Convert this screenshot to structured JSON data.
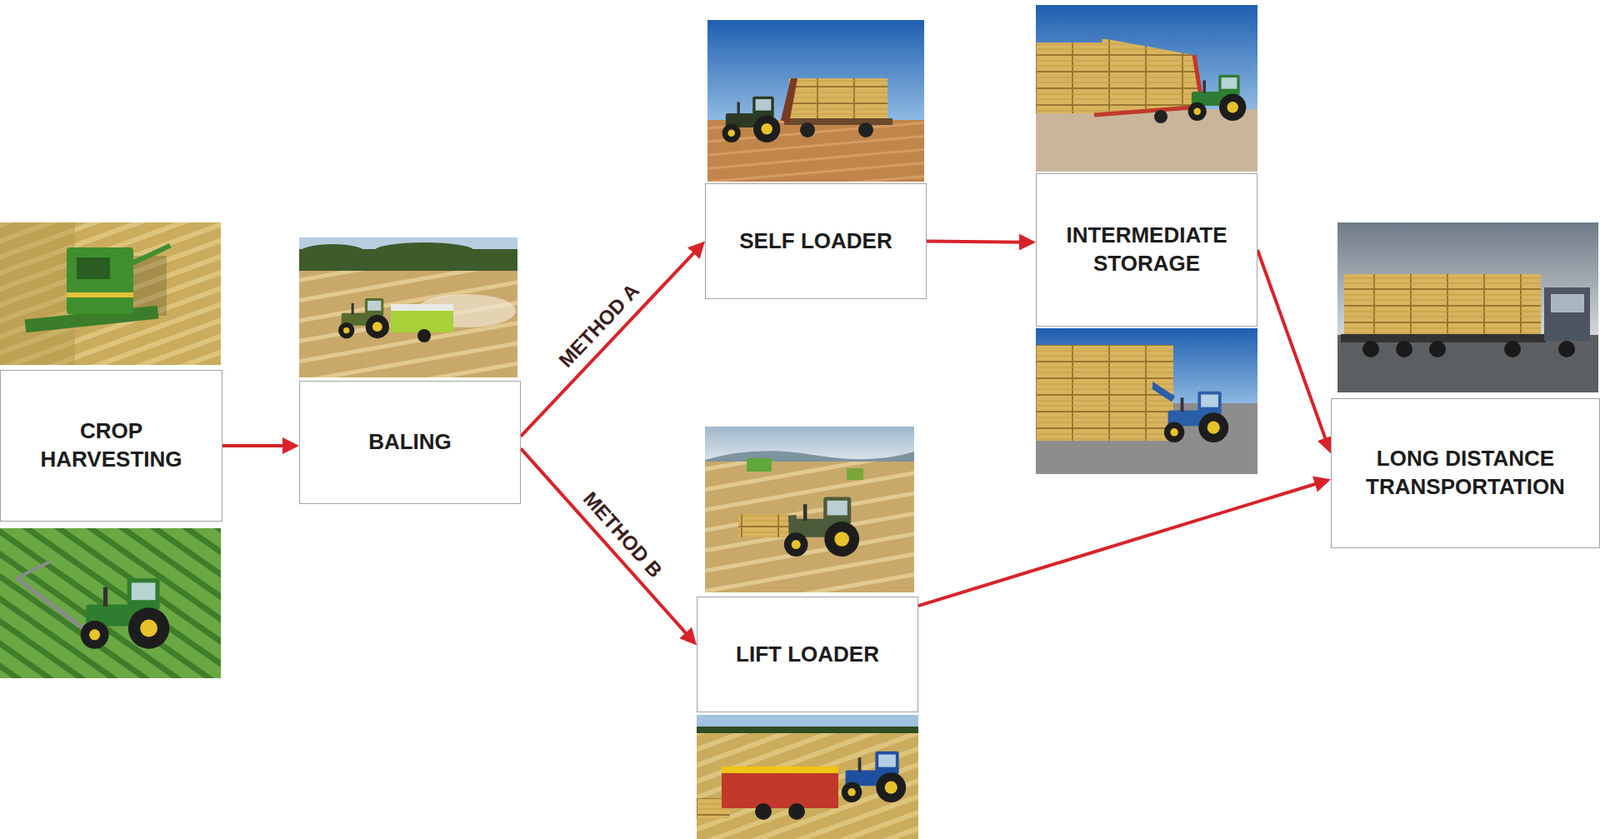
{
  "diagram": {
    "nodes": [
      {
        "text": [
          "CROP HARVESTING"
        ]
      },
      {
        "text": [
          "BALING"
        ]
      },
      {
        "text": [
          "SELF LOADER"
        ]
      },
      {
        "text": [
          "LIFT LOADER"
        ]
      },
      {
        "text": [
          "INTERMEDIATE STORAGE"
        ]
      },
      {
        "text": [
          "LONG DISTANCE TRANSPORTATION"
        ]
      }
    ],
    "edges": [
      {
        "from": 0,
        "to": 1,
        "arrow": "to"
      },
      {
        "from": 1,
        "to": 2,
        "label": "METHOD A",
        "arrow": "to"
      },
      {
        "from": 1,
        "to": 3,
        "label": "METHOD B",
        "arrow": "to"
      },
      {
        "from": 2,
        "to": 4,
        "arrow": "to"
      },
      {
        "from": 4,
        "to": 5,
        "arrow": "to"
      },
      {
        "from": 3,
        "to": 5,
        "arrow": "to"
      }
    ]
  }
}
